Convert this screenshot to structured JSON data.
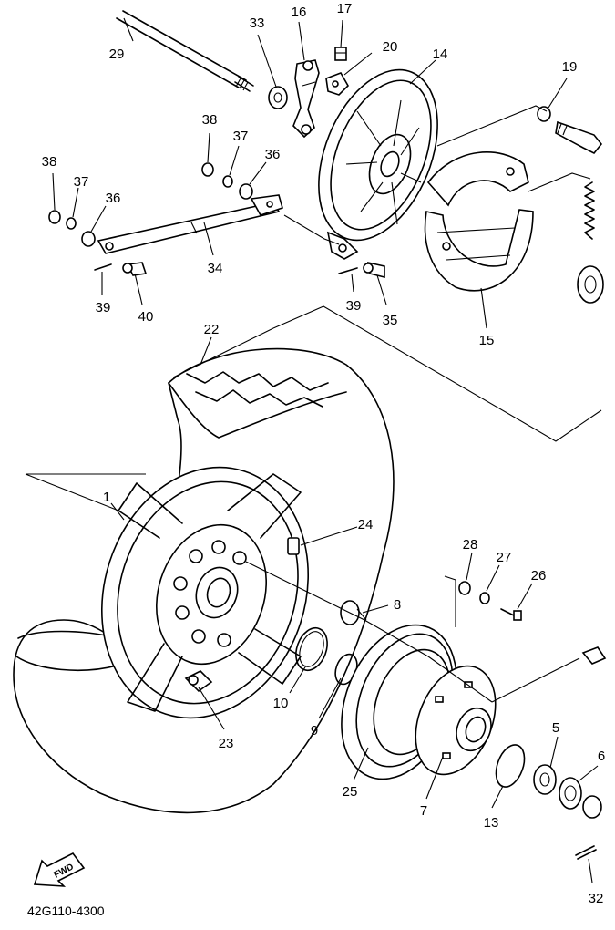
{
  "diagram": {
    "part_code": "42G110-4300",
    "direction_label": "FWD",
    "callouts": [
      {
        "id": "c1",
        "label": "1"
      },
      {
        "id": "c5",
        "label": "5"
      },
      {
        "id": "c6",
        "label": "6"
      },
      {
        "id": "c7",
        "label": "7"
      },
      {
        "id": "c8",
        "label": "8"
      },
      {
        "id": "c9",
        "label": "9"
      },
      {
        "id": "c10",
        "label": "10"
      },
      {
        "id": "c13",
        "label": "13"
      },
      {
        "id": "c14",
        "label": "14"
      },
      {
        "id": "c15",
        "label": "15"
      },
      {
        "id": "c16",
        "label": "16"
      },
      {
        "id": "c17",
        "label": "17"
      },
      {
        "id": "c19",
        "label": "19"
      },
      {
        "id": "c20",
        "label": "20"
      },
      {
        "id": "c22",
        "label": "22"
      },
      {
        "id": "c23",
        "label": "23"
      },
      {
        "id": "c24",
        "label": "24"
      },
      {
        "id": "c25",
        "label": "25"
      },
      {
        "id": "c26",
        "label": "26"
      },
      {
        "id": "c27a",
        "label": "27"
      },
      {
        "id": "c28",
        "label": "28"
      },
      {
        "id": "c29",
        "label": "29"
      },
      {
        "id": "c32",
        "label": "32"
      },
      {
        "id": "c33",
        "label": "33"
      },
      {
        "id": "c34",
        "label": "34"
      },
      {
        "id": "c35",
        "label": "35"
      },
      {
        "id": "c36a",
        "label": "36"
      },
      {
        "id": "c36b",
        "label": "36"
      },
      {
        "id": "c37a",
        "label": "37"
      },
      {
        "id": "c37b",
        "label": "37"
      },
      {
        "id": "c38a",
        "label": "38"
      },
      {
        "id": "c38b",
        "label": "38"
      },
      {
        "id": "c39a",
        "label": "39"
      },
      {
        "id": "c39b",
        "label": "39"
      },
      {
        "id": "c40",
        "label": "40"
      }
    ]
  }
}
